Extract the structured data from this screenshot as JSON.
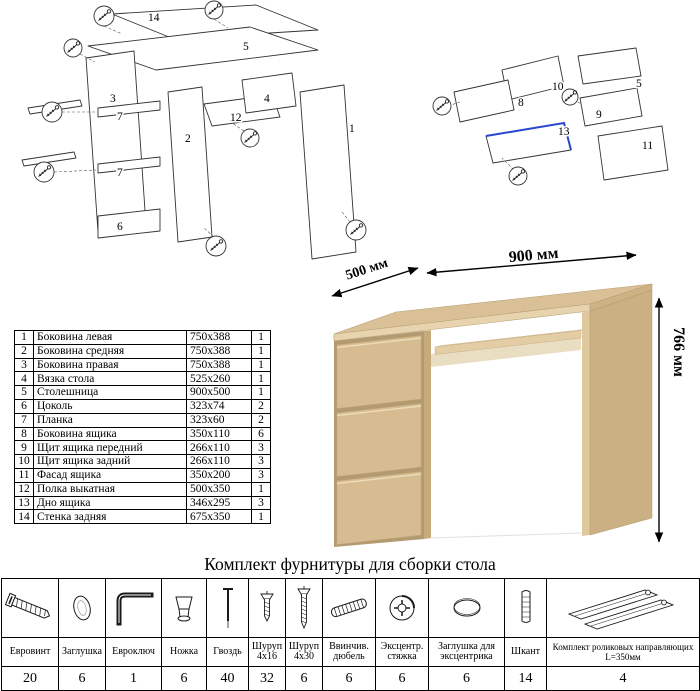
{
  "parts_table": {
    "rows": [
      [
        "1",
        "Боковина левая",
        "750x388",
        "1"
      ],
      [
        "2",
        "Боковина средняя",
        "750x388",
        "1"
      ],
      [
        "3",
        "Боковина правая",
        "750x388",
        "1"
      ],
      [
        "4",
        "Вязка стола",
        "525x260",
        "1"
      ],
      [
        "5",
        "Столешница",
        "900x500",
        "1"
      ],
      [
        "6",
        "Цоколь",
        "323x74",
        "2"
      ],
      [
        "7",
        "Планка",
        "323x60",
        "2"
      ],
      [
        "8",
        "Боковина ящика",
        "350x110",
        "6"
      ],
      [
        "9",
        "Щит ящика передний",
        "266x110",
        "3"
      ],
      [
        "10",
        "Щит ящика задний",
        "266x110",
        "3"
      ],
      [
        "11",
        "Фасад ящика",
        "350x200",
        "3"
      ],
      [
        "12",
        "Полка выкатная",
        "500x350",
        "1"
      ],
      [
        "13",
        "Дно ящика",
        "346x295",
        "3"
      ],
      [
        "14",
        "Стенка задняя",
        "675x350",
        "1"
      ]
    ]
  },
  "desk": {
    "dim_width": "900 мм",
    "dim_depth": "500 мм",
    "dim_height": "766 мм"
  },
  "diagram_left": {
    "labels": [
      "14",
      "5",
      "3",
      "7",
      "7",
      "6",
      "2",
      "12",
      "4",
      "1"
    ]
  },
  "diagram_right": {
    "labels": [
      "10",
      "5",
      "8",
      "9",
      "13",
      "11"
    ]
  },
  "hardware": {
    "title": "Комплект фурнитуры для сборки стола",
    "items": [
      {
        "icon": "euroscrew-icon",
        "name": "Евровинт",
        "qty": "20"
      },
      {
        "icon": "cap-icon",
        "name": "Заглушка",
        "qty": "6"
      },
      {
        "icon": "hexkey-icon",
        "name": "Евроключ",
        "qty": "1"
      },
      {
        "icon": "foot-icon",
        "name": "Ножка",
        "qty": "6"
      },
      {
        "icon": "nail-icon",
        "name": "Гвоздь",
        "qty": "40"
      },
      {
        "icon": "screw-short-icon",
        "name": "Шуруп 4x16",
        "qty": "32"
      },
      {
        "icon": "screw-long-icon",
        "name": "Шуруп 4x30",
        "qty": "6"
      },
      {
        "icon": "threaded-dowel-icon",
        "name": "Ввинчив. дюбель",
        "qty": "6"
      },
      {
        "icon": "cam-lock-icon",
        "name": "Эксцентр. стяжка",
        "qty": "6"
      },
      {
        "icon": "cam-cap-icon",
        "name": "Заглушка для эксцентрика",
        "qty": "6"
      },
      {
        "icon": "dowel-icon",
        "name": "Шкант",
        "qty": "14"
      },
      {
        "icon": "rails-icon",
        "name": "Комплект роликовых направляющих L=350мм",
        "qty": "4"
      }
    ]
  }
}
